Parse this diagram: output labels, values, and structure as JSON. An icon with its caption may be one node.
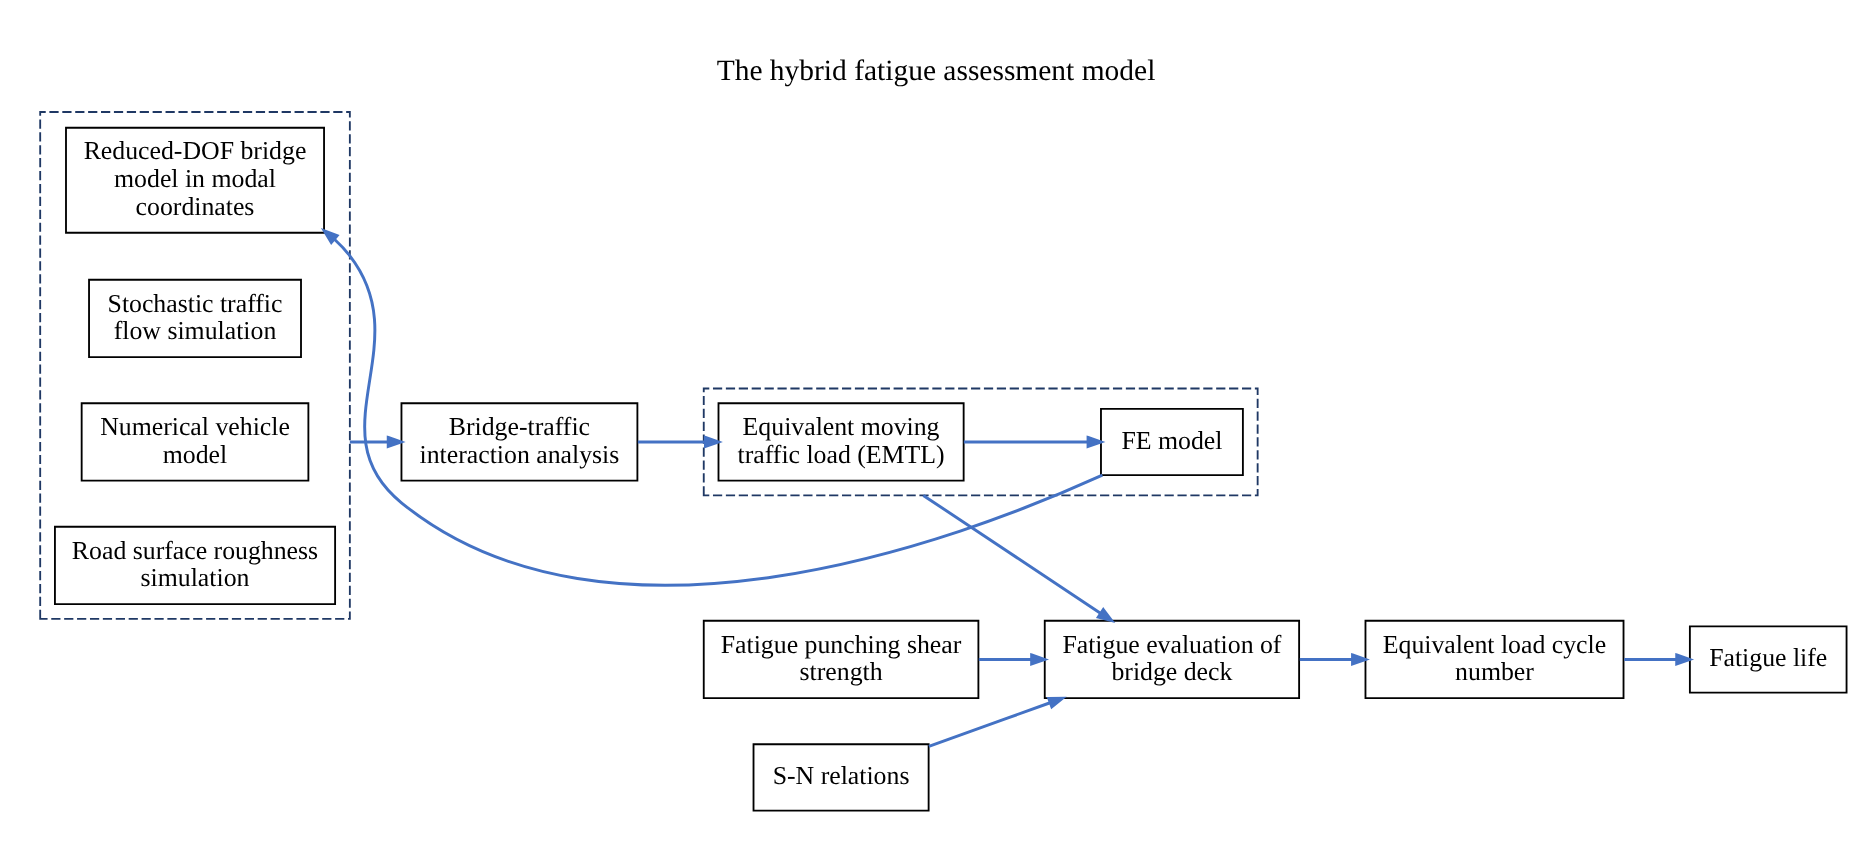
{
  "diagram": {
    "title": "The hybrid fatigue assessment model",
    "nodes": [
      {
        "text": [],
        "shape": "box"
      },
      {
        "text": [
          "Reduced-DOF bridge model in modal coordinates"
        ],
        "in": 0
      },
      {
        "text": [
          "Stochastic traffic flow simulation"
        ],
        "in": 0
      },
      {
        "text": [
          "Numerical vehicle model"
        ],
        "in": 0
      },
      {
        "text": [
          "Road surface roughness simulation"
        ],
        "in": 0
      },
      {
        "text": [],
        "shape": "box"
      },
      {
        "text": [
          "FE model"
        ],
        "in": 5
      },
      {
        "text": [
          "Equivalent moving traffic load (EMTL)"
        ],
        "in": 5
      },
      {
        "text": [
          "Bridge-traffic interaction analysis"
        ]
      },
      {
        "text": [
          "Fatigue punching shear strength"
        ]
      },
      {
        "text": [
          "S-N relations"
        ]
      },
      {
        "text": [
          "Fatigue evaluation of bridge deck"
        ]
      },
      {
        "text": [
          "Equivalent load cycle number"
        ]
      },
      {
        "text": [
          "Fatigue life"
        ]
      }
    ],
    "edges": [
      {
        "from": 6,
        "to": 1,
        "arrow": "to"
      },
      {
        "from": 0,
        "to": 8,
        "arrow": "to"
      },
      {
        "from": 7,
        "to": 6,
        "arrow": "to"
      },
      {
        "from": 8,
        "to": 7,
        "arrow": "to"
      },
      {
        "from": 5,
        "to": 11,
        "arrow": "to"
      },
      {
        "from": 9,
        "to": 11,
        "arrow": "to"
      },
      {
        "from": 10,
        "to": 11,
        "arrow": "to"
      },
      {
        "from": 11,
        "to": 12,
        "arrow": "to"
      },
      {
        "from": 12,
        "to": 13,
        "arrow": "to"
      }
    ]
  }
}
